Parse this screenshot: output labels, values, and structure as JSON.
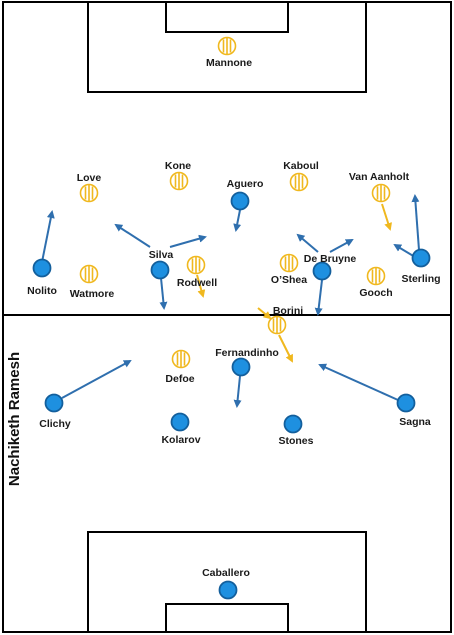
{
  "author": "Nachiketh Ramesh",
  "colors": {
    "pitch_lines": "#000000",
    "blue_team": "#1e90e0",
    "blue_team_dark": "#135f9c",
    "blue_arrow": "#2f6fae",
    "yellow_team_fill": "#ffffff",
    "yellow_team_stripes": "#f0b81e",
    "yellow_arrow": "#f0b81e"
  },
  "players": {
    "mannone": "Mannone",
    "love": "Love",
    "kone": "Kone",
    "kaboul": "Kaboul",
    "van_aanholt": "Van Aanholt",
    "watmore": "Watmore",
    "rodwell": "Rodwell",
    "oshea": "O’Shea",
    "gooch": "Gooch",
    "borini": "Borini",
    "defoe": "Defoe",
    "aguero": "Aguero",
    "nolito": "Nolito",
    "silva": "Silva",
    "de_bruyne": "De Bruyne",
    "sterling": "Sterling",
    "fernandinho": "Fernandinho",
    "clichy": "Clichy",
    "sagna": "Sagna",
    "kolarov": "Kolarov",
    "stones": "Stones",
    "caballero": "Caballero"
  }
}
